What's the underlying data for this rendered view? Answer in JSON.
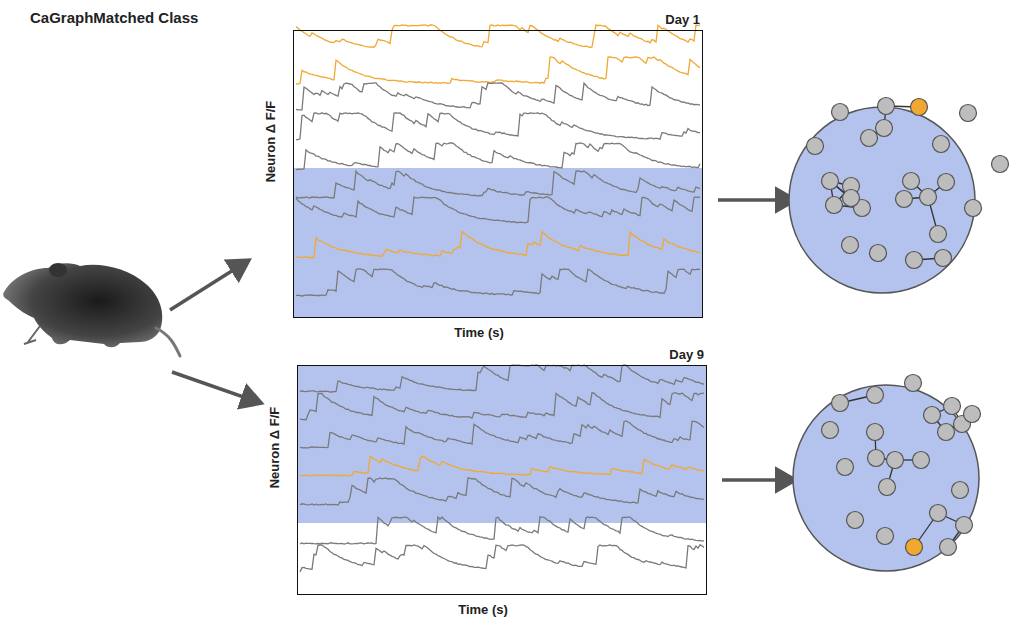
{
  "diagram": {
    "title": "CaGraphMatched Class",
    "nodes": [
      {
        "text": [
          "Day 1",
          "Neuron Δ F/F",
          "Time (s)"
        ]
      },
      {
        "text": [
          "Day 9",
          "Neuron Δ F/F",
          "Time (s)"
        ]
      }
    ]
  }
}
